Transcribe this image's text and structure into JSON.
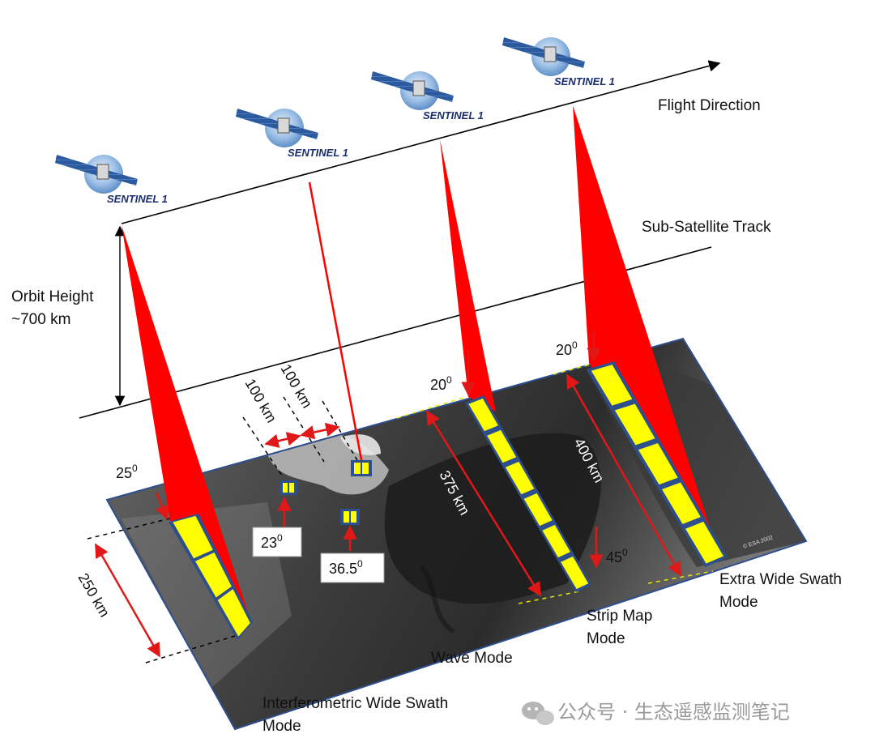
{
  "satellite": {
    "label": "SENTINEL 1",
    "count": 4
  },
  "labels": {
    "flight_direction": "Flight Direction",
    "sub_satellite_track": "Sub-Satellite Track",
    "orbit_height_line1": "Orbit Height",
    "orbit_height_line2": "~700 km",
    "iw_line1": "Interferometric Wide Swath",
    "iw_line2": "Mode",
    "wave_mode": "Wave Mode",
    "strip_map_line1": "Strip Map",
    "strip_map_line2": "Mode",
    "ew_line1": "Extra Wide Swath",
    "ew_line2": "Mode"
  },
  "dimensions": {
    "wave_spacing_a": "100 km",
    "wave_spacing_b": "100 km",
    "iw_swath": "250 km",
    "sm_swath": "375 km",
    "ew_swath": "400 km"
  },
  "angles": {
    "iw": {
      "value": "25",
      "unit": "0"
    },
    "wave_a": {
      "value": "23",
      "unit": "0"
    },
    "wave_b": {
      "value": "36.5",
      "unit": "0"
    },
    "sm": {
      "value": "20",
      "unit": "0"
    },
    "ew_near": {
      "value": "20",
      "unit": "0"
    },
    "ew_far": {
      "value": "45",
      "unit": "0"
    }
  },
  "credit": "© ESA 2002",
  "watermark": "公众号 · 生态遥感监测笔记",
  "colors": {
    "beam": "#ff0000",
    "swath": "#ffff00",
    "scene_border": "#2d4f8e",
    "arrow": "#e01818"
  }
}
